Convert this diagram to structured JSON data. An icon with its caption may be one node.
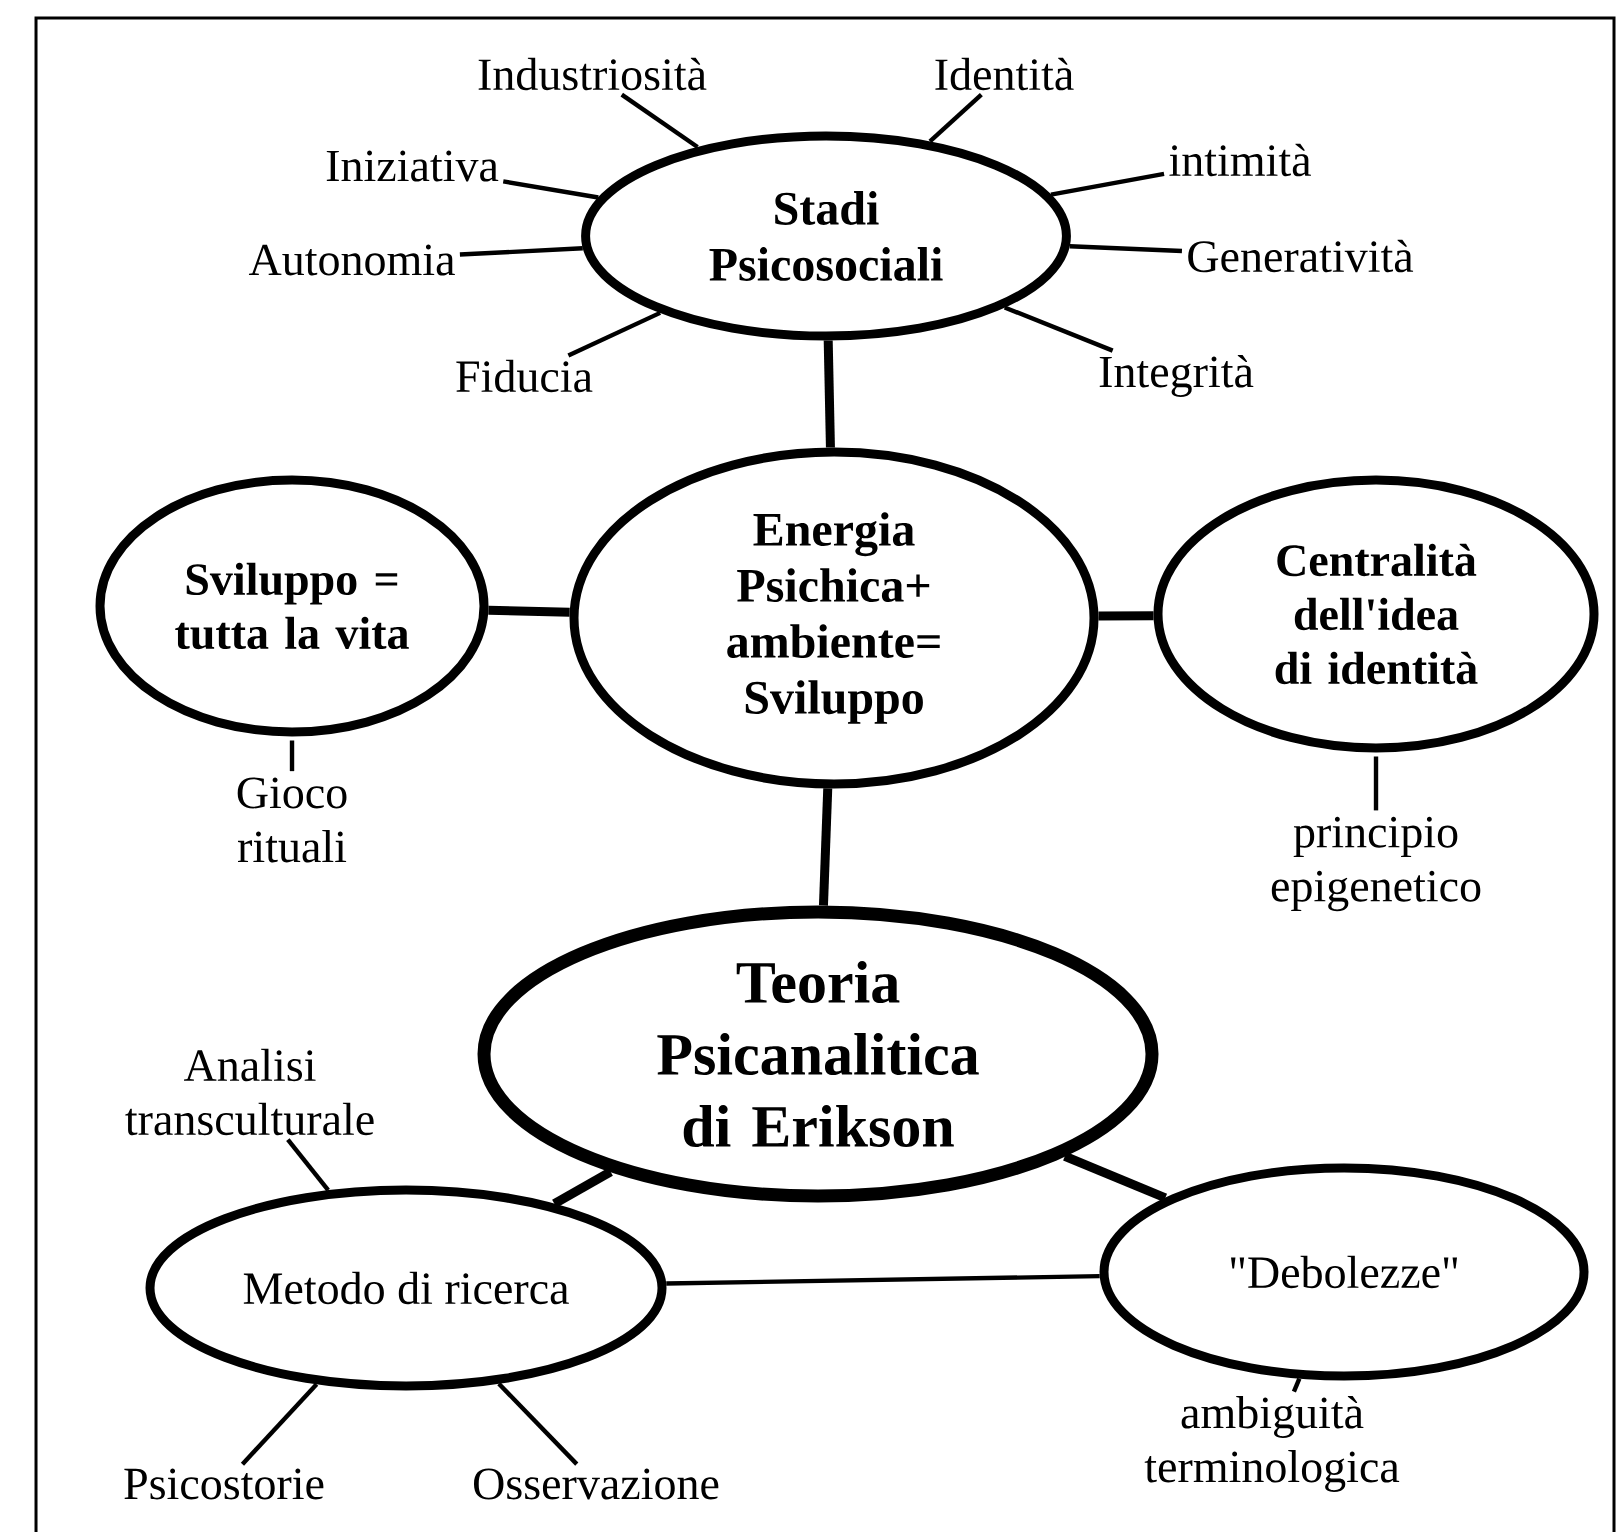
{
  "diagram": {
    "nodes": [
      {
        "text": [
          "Stadi Psicosociali"
        ]
      },
      {
        "text": [
          "Industriosità"
        ]
      },
      {
        "text": [
          "Identità"
        ]
      },
      {
        "text": [
          "Iniziativa"
        ]
      },
      {
        "text": [
          "intimità"
        ]
      },
      {
        "text": [
          "Autonomia"
        ]
      },
      {
        "text": [
          "Generatività"
        ]
      },
      {
        "text": [
          "Fiducia"
        ]
      },
      {
        "text": [
          "Integrità"
        ]
      },
      {
        "text": [
          "Energia Psichica+ ambiente= Sviluppo"
        ]
      },
      {
        "text": [
          "Sviluppo = tutta la vita"
        ]
      },
      {
        "text": [
          "Gioco rituali"
        ]
      },
      {
        "text": [
          "Centralità dell'idea di identità"
        ]
      },
      {
        "text": [
          "principio epigenetico"
        ]
      },
      {
        "text": [
          "Teoria Psicanalitica di Erikson"
        ]
      },
      {
        "text": [
          "Analisi transculturale"
        ]
      },
      {
        "text": [
          "Metodo di ricerca"
        ]
      },
      {
        "text": [
          "\"Debolezze\""
        ]
      },
      {
        "text": [
          "Psicostorie"
        ]
      },
      {
        "text": [
          "Osservazione"
        ]
      },
      {
        "text": [
          "ambiguità terminologica"
        ]
      }
    ],
    "edges": [
      {
        "from": 0,
        "to": 1,
        "arrow": "none"
      },
      {
        "from": 0,
        "to": 2,
        "arrow": "none"
      },
      {
        "from": 0,
        "to": 3,
        "arrow": "none"
      },
      {
        "from": 0,
        "to": 4,
        "arrow": "none"
      },
      {
        "from": 0,
        "to": 5,
        "arrow": "none"
      },
      {
        "from": 0,
        "to": 6,
        "arrow": "none"
      },
      {
        "from": 0,
        "to": 7,
        "arrow": "none"
      },
      {
        "from": 0,
        "to": 8,
        "arrow": "none"
      },
      {
        "from": 0,
        "to": 9,
        "arrow": "none",
        "style": "thick"
      },
      {
        "from": 9,
        "to": 10,
        "arrow": "none",
        "style": "thick"
      },
      {
        "from": 10,
        "to": 11,
        "arrow": "none"
      },
      {
        "from": 9,
        "to": 12,
        "arrow": "none",
        "style": "thick"
      },
      {
        "from": 12,
        "to": 13,
        "arrow": "none"
      },
      {
        "from": 9,
        "to": 14,
        "arrow": "none",
        "style": "thick"
      },
      {
        "from": 14,
        "to": 16,
        "arrow": "none",
        "style": "thick"
      },
      {
        "from": 14,
        "to": 17,
        "arrow": "none",
        "style": "thick"
      },
      {
        "from": 16,
        "to": 17,
        "arrow": "none"
      },
      {
        "from": 16,
        "to": 15,
        "arrow": "none"
      },
      {
        "from": 16,
        "to": 18,
        "arrow": "none"
      },
      {
        "from": 16,
        "to": 19,
        "arrow": "none"
      },
      {
        "from": 17,
        "to": 20,
        "arrow": "none"
      }
    ]
  }
}
